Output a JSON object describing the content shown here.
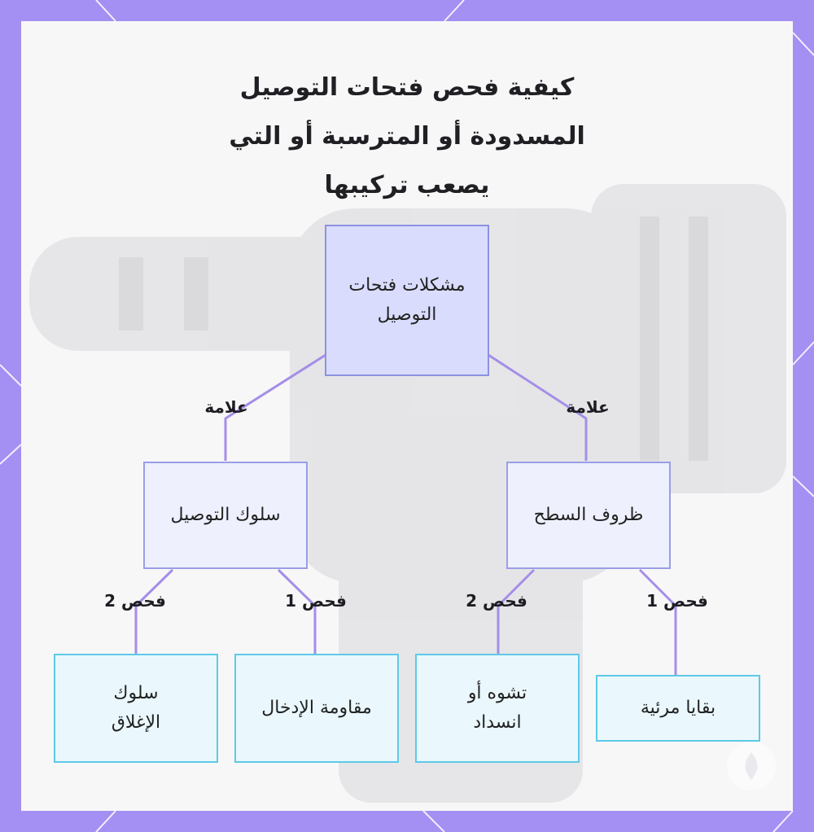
{
  "title": {
    "line1": "كيفية فحص فتحات التوصيل",
    "line2": "المسدودة أو المترسبة أو التي",
    "line3": "يصعب تركيبها"
  },
  "nodes": {
    "root": "مشكلات فتحات التوصيل",
    "surface": "ظروف السطح",
    "behavior": "سلوك التوصيل",
    "residue": "بقايا مرئية",
    "deformation": "تشوه أو انسداد",
    "resistance": "مقاومة الإدخال",
    "locking": "سلوك الإغلاق"
  },
  "edges": {
    "sign_right": "علامة",
    "sign_left": "علامة",
    "check1_right": "فحص 1",
    "check2_right": "فحص 2",
    "check1_left": "فحص 1",
    "check2_left": "فحص 2"
  },
  "colors": {
    "frame": "#a48ff2",
    "card": "#f7f7f8",
    "connector": "#a58ee8",
    "root_fill": "#d9dcfc",
    "mid_fill": "#eef0fe",
    "leaf_fill": "#eaf8fd",
    "leaf_border": "#5fc9e8"
  }
}
